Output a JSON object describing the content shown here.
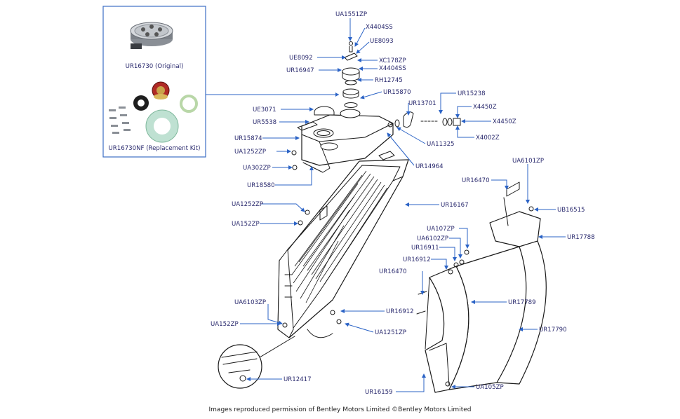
{
  "inset": {
    "original_label": "UR16730 (Original)",
    "kit_label": "UR16730NF (Replacement Kit)"
  },
  "part_labels": [
    "UA1551ZP",
    "X4404SS",
    "UE8093",
    "UE8092",
    "XC178ZP",
    "UR16947",
    "X4404SS",
    "RH12745",
    "UR15870",
    "UR15238",
    "UR13701",
    "UE3071",
    "X4450Z",
    "UR5538",
    "X4450Z",
    "X4002Z",
    "UR15874",
    "UA11325",
    "UA1252ZP",
    "UA302ZP",
    "UR14964",
    "UR18580",
    "UA6101ZP",
    "UR16470",
    "UA1252ZP",
    "UR16167",
    "UB16515",
    "UA152ZP",
    "UA107ZP",
    "UA6102ZP",
    "UR17788",
    "UR16911",
    "UR16912",
    "UR16470",
    "UR17789",
    "UA6103ZP",
    "UR16912",
    "UA152ZP",
    "UA1251ZP",
    "UR17790",
    "UR12417",
    "UR16159",
    "UA105ZP"
  ],
  "footer": {
    "credit": "Images reproduced permission of Bentley Motors Limited ©Bentley Motors Limited"
  },
  "colors": {
    "leader": "#2b63c6",
    "label_text": "#2a2a6e",
    "inset_border": "#3d6fc4",
    "line_art": "#1a1a1a"
  }
}
